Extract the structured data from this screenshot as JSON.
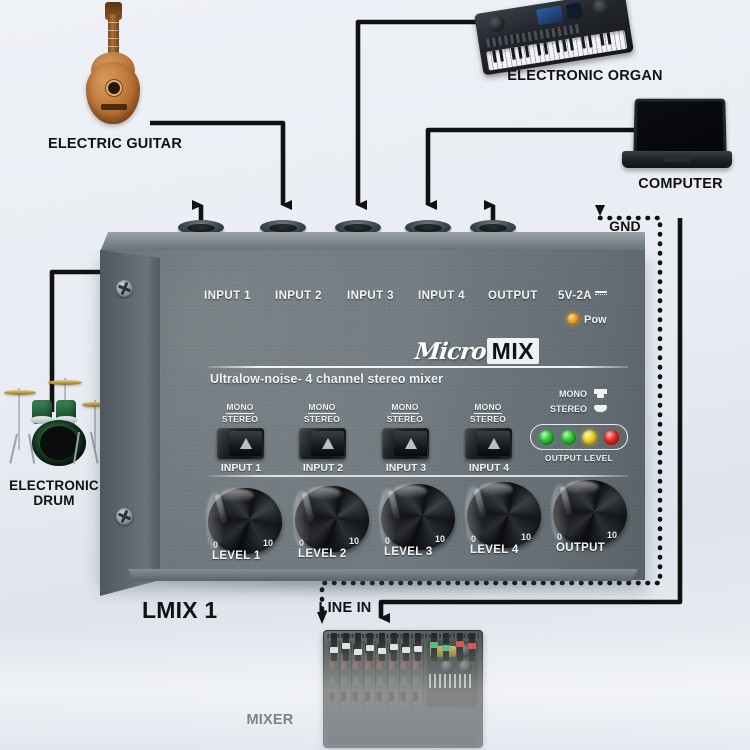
{
  "diagram": {
    "title": "LMIX 1 MicroMIX connection diagram",
    "device_caption": "LMIX 1",
    "gnd_label": "GND",
    "line_in_label": "LINE IN",
    "mixer_label": "MIXER"
  },
  "sources": [
    {
      "id": "guitar",
      "label": "ELECTRIC GUITAR",
      "icon": "acoustic-guitar-icon",
      "connects_to": "INPUT 1"
    },
    {
      "id": "drum",
      "label": "ELECTRONIC\nDRUM",
      "icon": "drum-kit-icon",
      "connects_to": "INPUT 1"
    },
    {
      "id": "organ",
      "label": "ELECTRONIC ORGAN",
      "icon": "keyboard-organ-icon",
      "connects_to": "INPUT 3"
    },
    {
      "id": "computer",
      "label": "COMPUTER",
      "icon": "laptop-icon",
      "connects_to": "INPUT 4"
    }
  ],
  "device": {
    "brand_script": "Micro",
    "brand_block": "MIX",
    "tagline": "Ultralow-noise- 4 channel stereo mixer",
    "power_label": "5V-2A",
    "power_led_label": "Pow",
    "power_led_color": "#e8a020",
    "ports": [
      {
        "name": "INPUT 1"
      },
      {
        "name": "INPUT 2"
      },
      {
        "name": "INPUT 3"
      },
      {
        "name": "INPUT 4"
      },
      {
        "name": "OUTPUT"
      }
    ],
    "switches": [
      {
        "top_label": "MONO",
        "bottom_label": "STEREO",
        "label": "INPUT 1"
      },
      {
        "top_label": "MONO",
        "bottom_label": "STEREO",
        "label": "INPUT 2"
      },
      {
        "top_label": "MONO",
        "bottom_label": "STEREO",
        "label": "INPUT 3"
      },
      {
        "top_label": "MONO",
        "bottom_label": "STEREO",
        "label": "INPUT 4"
      }
    ],
    "mode_legend": [
      {
        "label": "MONO"
      },
      {
        "label": "STEREO"
      }
    ],
    "output_level": {
      "label": "OUTPUT LEVEL",
      "leds": [
        {
          "color": "#2fbd35",
          "state": "green"
        },
        {
          "color": "#2fbd35",
          "state": "green"
        },
        {
          "color": "#e8cf24",
          "state": "yellow"
        },
        {
          "color": "#e02a22",
          "state": "red"
        }
      ]
    },
    "knobs": [
      {
        "label": "LEVEL 1",
        "min": "0",
        "max": "10"
      },
      {
        "label": "LEVEL 2",
        "min": "0",
        "max": "10"
      },
      {
        "label": "LEVEL 3",
        "min": "0",
        "max": "10"
      },
      {
        "label": "LEVEL 4",
        "min": "0",
        "max": "10"
      },
      {
        "label": "OUTPUT",
        "min": "0",
        "max": "10"
      }
    ]
  },
  "colors": {
    "cable": "#111111",
    "background": "#e9edf3",
    "chassis": "#6c757a",
    "panel_text": "#f2f5f7"
  }
}
